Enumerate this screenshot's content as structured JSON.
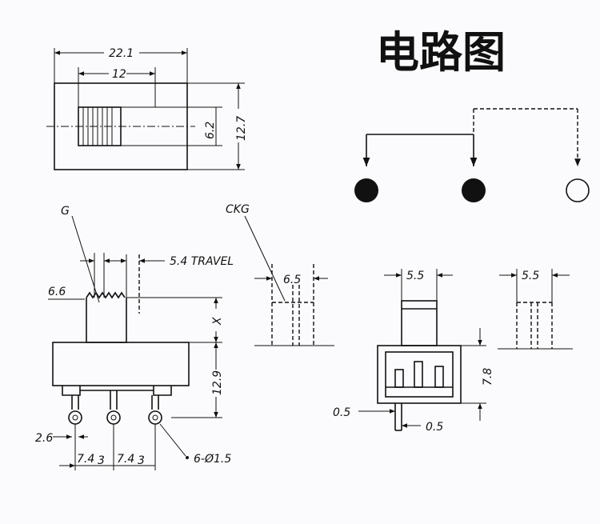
{
  "title": "电路图",
  "top_view": {
    "overall_width": "22.1",
    "slot_width": "12",
    "slot_height": "6.2",
    "overall_height": "12.7"
  },
  "side_view": {
    "label_g": "G",
    "travel": "5.4 TRAVEL",
    "knob_width": "6.6",
    "knob_height": "X",
    "body_height": "12.9",
    "pin_dim": "2.6",
    "pitch_left": "7.4",
    "pitch_right": "7.4",
    "pitch_left_suffix": "3",
    "pitch_right_suffix": "3",
    "holes": "6-Ø1.5"
  },
  "ckg_view": {
    "label": "CKG",
    "width": "6.5"
  },
  "front_view": {
    "knob_width": "5.5",
    "height": "7.8",
    "pin_left": "0.5",
    "pin_right": "0.5"
  },
  "right_view": {
    "width": "5.5"
  },
  "schematic": {
    "terminals": [
      "filled",
      "filled",
      "open"
    ]
  },
  "colors": {
    "ink": "#111111",
    "paper": "#fbfbfd"
  }
}
